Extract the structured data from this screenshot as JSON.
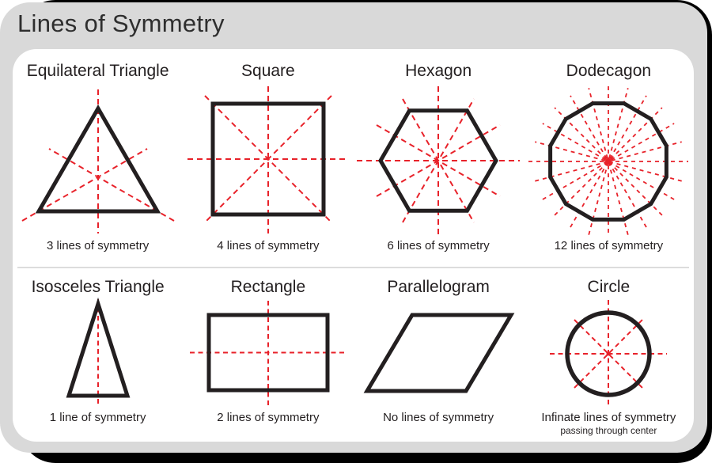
{
  "title": "Lines of Symmetry",
  "colors": {
    "card_background": "#d9d9d9",
    "panel_background": "#ffffff",
    "shadow": "#000000",
    "symmetry_line_red": "#e8222a",
    "shape_ink": "#231f20",
    "divider": "#dcdcdc"
  },
  "cells": [
    {
      "title": "Equilateral Triangle",
      "caption": "3 lines of symmetry"
    },
    {
      "title": "Square",
      "caption": "4 lines of symmetry"
    },
    {
      "title": "Hexagon",
      "caption": "6 lines of symmetry"
    },
    {
      "title": "Dodecagon",
      "caption": "12 lines of symmetry"
    },
    {
      "title": "Isosceles Triangle",
      "caption": "1 line of symmetry"
    },
    {
      "title": "Rectangle",
      "caption": "2 lines of symmetry"
    },
    {
      "title": "Parallelogram",
      "caption": "No lines of symmetry"
    },
    {
      "title": "Circle",
      "caption": "Infinate lines of symmetry",
      "subcaption": "passing through center"
    }
  ]
}
